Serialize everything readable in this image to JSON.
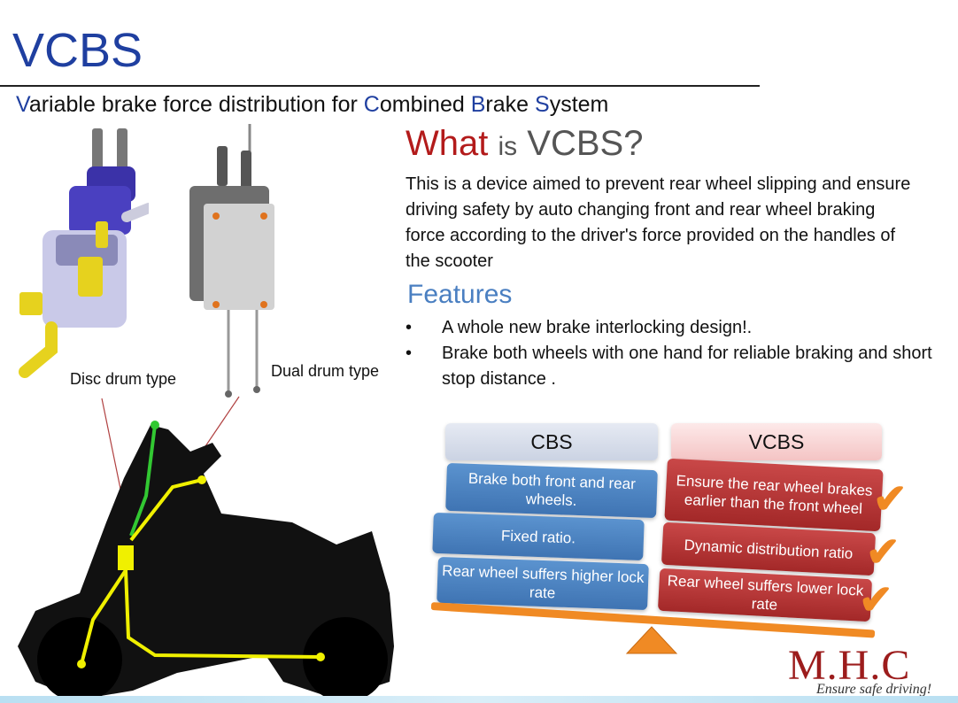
{
  "header": {
    "title": "VCBS",
    "subtitle_parts": [
      {
        "text": "V",
        "accent": true
      },
      {
        "text": "ariable brake force distribution for ",
        "accent": false
      },
      {
        "text": "C",
        "accent": true
      },
      {
        "text": "ombined ",
        "accent": false
      },
      {
        "text": "B",
        "accent": true
      },
      {
        "text": "rake ",
        "accent": false
      },
      {
        "text": "S",
        "accent": true
      },
      {
        "text": "ystem",
        "accent": false
      }
    ]
  },
  "what": {
    "heading_what": "What",
    "heading_is": "is",
    "heading_rest": "VCBS?",
    "body": "This is a device aimed to prevent rear wheel slipping and ensure driving safety by auto changing front and rear wheel braking force according to the driver's force provided on the handles of the scooter"
  },
  "features": {
    "heading": "Features",
    "items": [
      {
        "bullet": "•",
        "text": "A whole new brake interlocking design!."
      },
      {
        "bullet": "•",
        "text": "Brake both wheels with one hand for reliable braking and short stop distance ."
      }
    ]
  },
  "images": {
    "disc_label": "Disc drum type",
    "dual_label": "Dual drum type"
  },
  "comparison": {
    "cbs_title": "CBS",
    "vcbs_title": "VCBS",
    "cbs_items": [
      "Brake both front and rear wheels.",
      "Fixed ratio.",
      "Rear wheel suffers higher lock rate"
    ],
    "vcbs_items": [
      "Ensure the rear wheel brakes earlier than the front wheel",
      "Dynamic distribution ratio",
      "Rear wheel suffers lower lock rate"
    ],
    "check_glyph": "✔"
  },
  "logo": {
    "name": "M.H.C",
    "tagline": "Ensure safe driving!"
  },
  "colors": {
    "title_blue": "#1f3fa0",
    "what_red": "#b31b1b",
    "features_blue": "#4a7fc1",
    "orange": "#f08a24",
    "logo_red": "#9c1c1c"
  }
}
